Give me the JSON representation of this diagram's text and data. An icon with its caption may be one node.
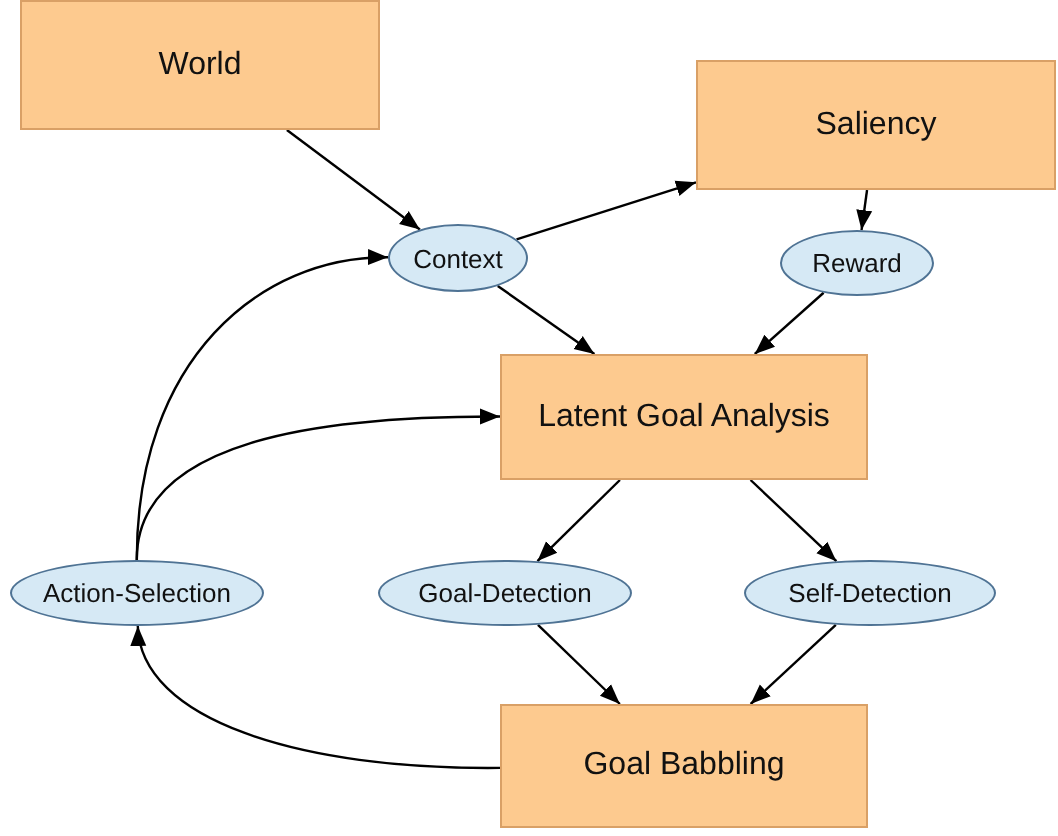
{
  "diagram": {
    "nodes": [
      {
        "text": [
          "World"
        ]
      },
      {
        "text": [
          "Saliency"
        ]
      },
      {
        "text": [
          "Context"
        ]
      },
      {
        "text": [
          "Reward"
        ]
      },
      {
        "text": [
          "Latent Goal Analysis"
        ]
      },
      {
        "text": [
          "Action-Selection"
        ]
      },
      {
        "text": [
          "Goal-Detection"
        ]
      },
      {
        "text": [
          "Self-Detection"
        ]
      },
      {
        "text": [
          "Goal Babbling"
        ]
      }
    ],
    "edges": [
      {
        "from": 0,
        "to": 2,
        "arrow": "to"
      },
      {
        "from": 2,
        "to": 1,
        "arrow": "to"
      },
      {
        "from": 1,
        "to": 3,
        "arrow": "to"
      },
      {
        "from": 2,
        "to": 4,
        "arrow": "to"
      },
      {
        "from": 3,
        "to": 4,
        "arrow": "to"
      },
      {
        "from": 4,
        "to": 6,
        "arrow": "to"
      },
      {
        "from": 4,
        "to": 7,
        "arrow": "to"
      },
      {
        "from": 6,
        "to": 8,
        "arrow": "to"
      },
      {
        "from": 7,
        "to": 8,
        "arrow": "to"
      },
      {
        "from": 8,
        "to": 5,
        "arrow": "to"
      },
      {
        "from": 5,
        "to": 2,
        "arrow": "to"
      },
      {
        "from": 5,
        "to": 4,
        "arrow": "to"
      }
    ]
  }
}
